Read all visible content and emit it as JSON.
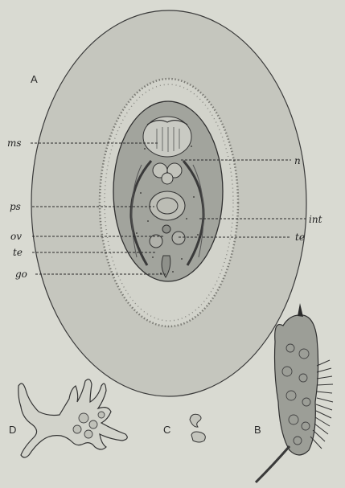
{
  "panels": {
    "a": "A",
    "b": "B",
    "c": "C",
    "d": "D"
  },
  "labels": {
    "ms": "ms",
    "n": "n",
    "ps": "ps",
    "int": "int",
    "ov": "ov",
    "te_right": "te",
    "te_left": "te",
    "go": "go"
  },
  "colors": {
    "background": "#d9dad2",
    "cyst_fill": "#c4c5bd",
    "inner_halo": "#d0d1c9",
    "body_fill": "#9fa19a",
    "ink": "#2a2a2a"
  }
}
